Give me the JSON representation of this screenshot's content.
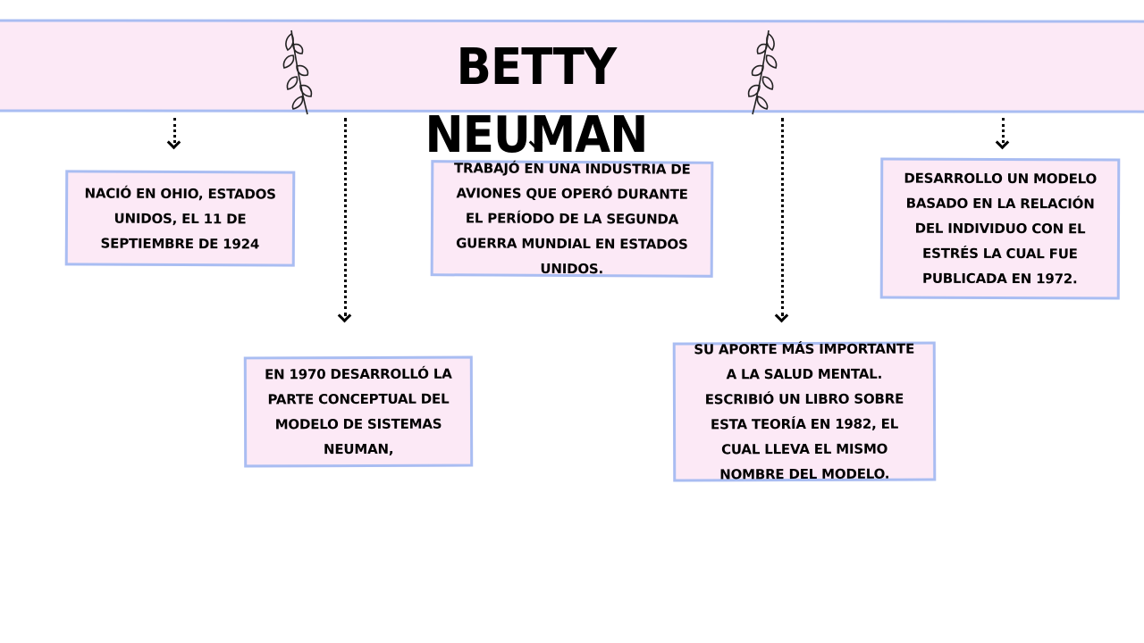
{
  "title": "BETTY NEUMAN",
  "icons": {
    "left_decoration": "laurel-branch-icon",
    "right_decoration": "laurel-branch-icon"
  },
  "colors": {
    "card_fill": "#fce9f6",
    "card_border": "#a9bdf2",
    "text": "#000000"
  },
  "events": [
    {
      "text": "NACIÓ EN OHIO, ESTADOS UNIDOS, EL 11 DE SEPTIEMBRE DE 1924"
    },
    {
      "text": "EN 1970 DESARROLLÓ LA PARTE CONCEPTUAL DEL MODELO DE SISTEMAS NEUMAN,"
    },
    {
      "text": "TRABAJÓ EN UNA INDUSTRIA DE AVIONES QUE OPERÓ DURANTE EL PERÍODO DE LA SEGUNDA GUERRA MUNDIAL EN ESTADOS UNIDOS."
    },
    {
      "text": "SU APORTE MÁS IMPORTANTE A LA SALUD MENTAL. ESCRIBIÓ UN LIBRO SOBRE ESTA TEORÍA EN 1982, EL CUAL LLEVA EL MISMO NOMBRE DEL MODELO."
    },
    {
      "text": "DESARROLLO UN MODELO BASADO EN LA RELACIÓN DEL INDIVIDUO CON EL ESTRÉS LA CUAL FUE PUBLICADA EN 1972."
    }
  ]
}
